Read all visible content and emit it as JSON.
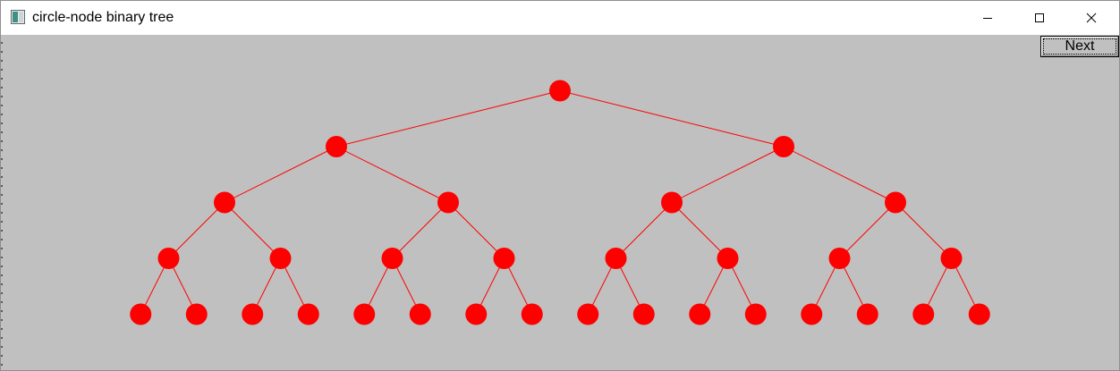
{
  "window": {
    "title": "circle-node binary tree",
    "app_icon": "app-window-icon",
    "controls": {
      "minimize_icon": "minimize-icon",
      "maximize_icon": "maximize-icon",
      "close_icon": "close-icon"
    }
  },
  "toolbar": {
    "next_label": "Next"
  },
  "canvas": {
    "background": "#c0c0c0"
  },
  "tree": {
    "levels": 5,
    "node_color": "#ff0000",
    "edge_color": "#ff0000"
  }
}
